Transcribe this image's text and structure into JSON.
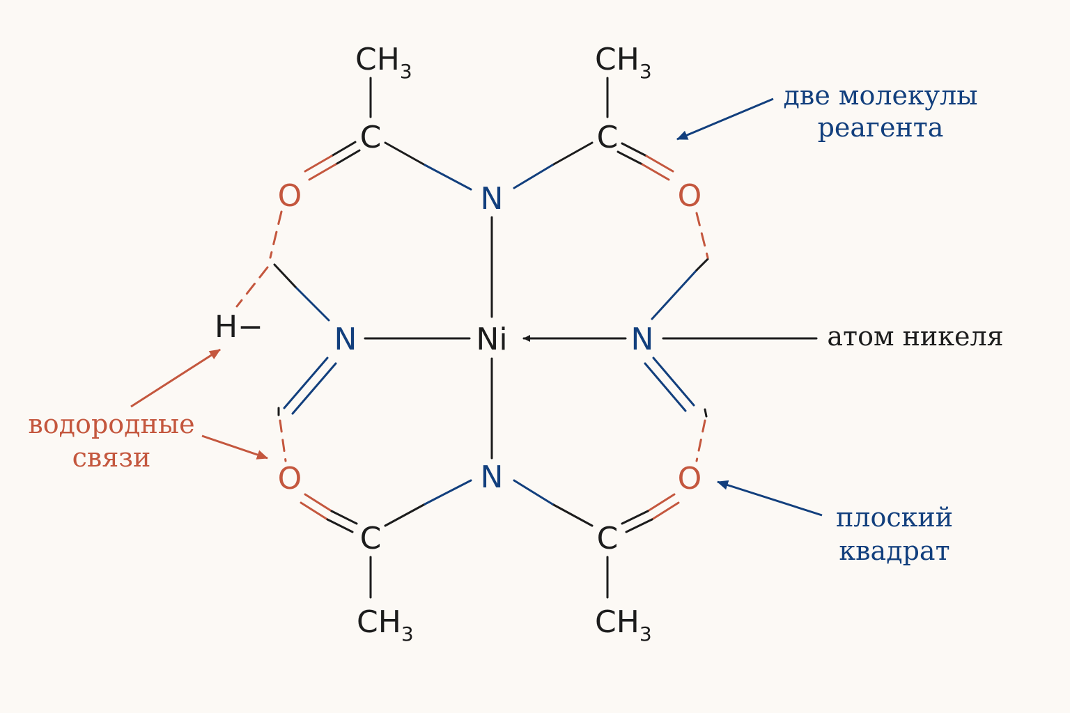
{
  "colors": {
    "background": "#fcf9f5",
    "black": "#1c1c1c",
    "blue": "#123f7d",
    "red": "#c4573e"
  },
  "atoms": {
    "ch3_top_left": "CH",
    "ch3_top_right": "CH",
    "ch3_bottom_left": "CH",
    "ch3_bottom_right": "CH",
    "sub3": "3",
    "c": "C",
    "o": "O",
    "n": "N",
    "ni": "Ni",
    "h": "H−"
  },
  "labels": {
    "two_molecules_line1": "две молекулы",
    "two_molecules_line2": "реагента",
    "nickel_atom": "атом никеля",
    "hbonds_line1": "водородные",
    "hbonds_line2": "связи",
    "square_line1": "плоский",
    "square_line2": "квадрат"
  }
}
